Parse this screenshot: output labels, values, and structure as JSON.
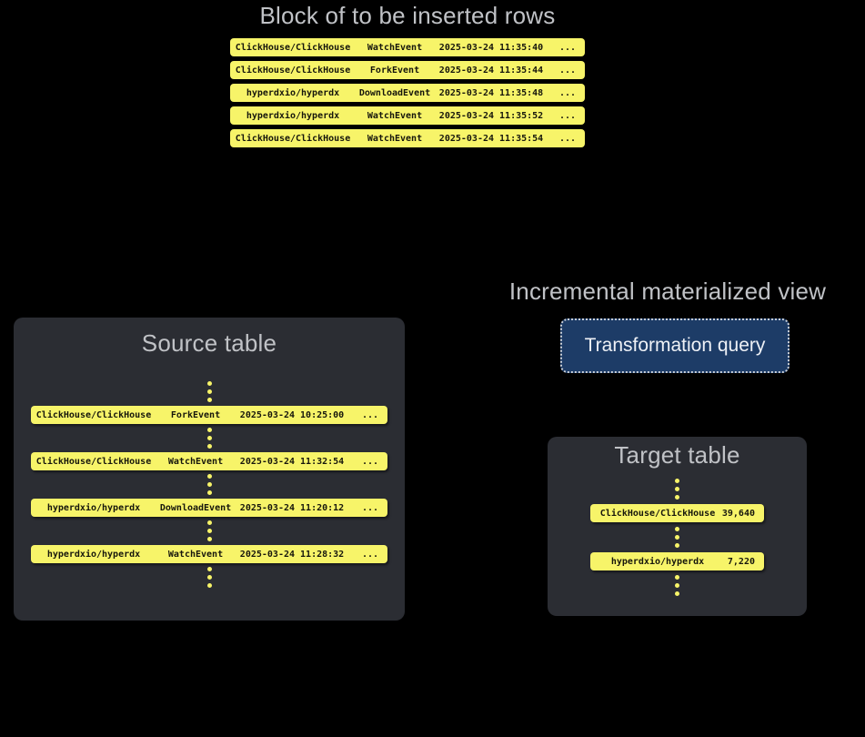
{
  "colors": {
    "background": "#000000",
    "yellow": "#f7f469",
    "panel": "#2b2d33",
    "button_blue": "#1d3c67",
    "button_border": "#c9cfd9",
    "button_text": "#eef1f6",
    "title_gray": "#c0c2c6",
    "row_text": "#16160c"
  },
  "insert_block": {
    "title": "Block of to be inserted rows",
    "rows": [
      {
        "repo": "ClickHouse/ClickHouse",
        "event": "WatchEvent",
        "timestamp": "2025-03-24 11:35:40",
        "more": "..."
      },
      {
        "repo": "ClickHouse/ClickHouse",
        "event": "ForkEvent",
        "timestamp": "2025-03-24 11:35:44",
        "more": "..."
      },
      {
        "repo": "hyperdxio/hyperdx",
        "event": "DownloadEvent",
        "timestamp": "2025-03-24 11:35:48",
        "more": "..."
      },
      {
        "repo": "hyperdxio/hyperdx",
        "event": "WatchEvent",
        "timestamp": "2025-03-24 11:35:52",
        "more": "..."
      },
      {
        "repo": "ClickHouse/ClickHouse",
        "event": "WatchEvent",
        "timestamp": "2025-03-24 11:35:54",
        "more": "..."
      }
    ]
  },
  "source_table": {
    "title": "Source table",
    "rows": [
      {
        "repo": "ClickHouse/ClickHouse",
        "event": "ForkEvent",
        "timestamp": "2025-03-24 10:25:00",
        "more": "..."
      },
      {
        "repo": "ClickHouse/ClickHouse",
        "event": "WatchEvent",
        "timestamp": "2025-03-24 11:32:54",
        "more": "..."
      },
      {
        "repo": "hyperdxio/hyperdx",
        "event": "DownloadEvent",
        "timestamp": "2025-03-24 11:20:12",
        "more": "..."
      },
      {
        "repo": "hyperdxio/hyperdx",
        "event": "WatchEvent",
        "timestamp": "2025-03-24 11:28:32",
        "more": "..."
      }
    ]
  },
  "materialized_view": {
    "title": "Incremental materialized view",
    "button_label": "Transformation query"
  },
  "target_table": {
    "title": "Target table",
    "rows": [
      {
        "repo": "ClickHouse/ClickHouse",
        "count": "39,640"
      },
      {
        "repo": "hyperdxio/hyperdx",
        "count": "7,220"
      }
    ]
  }
}
